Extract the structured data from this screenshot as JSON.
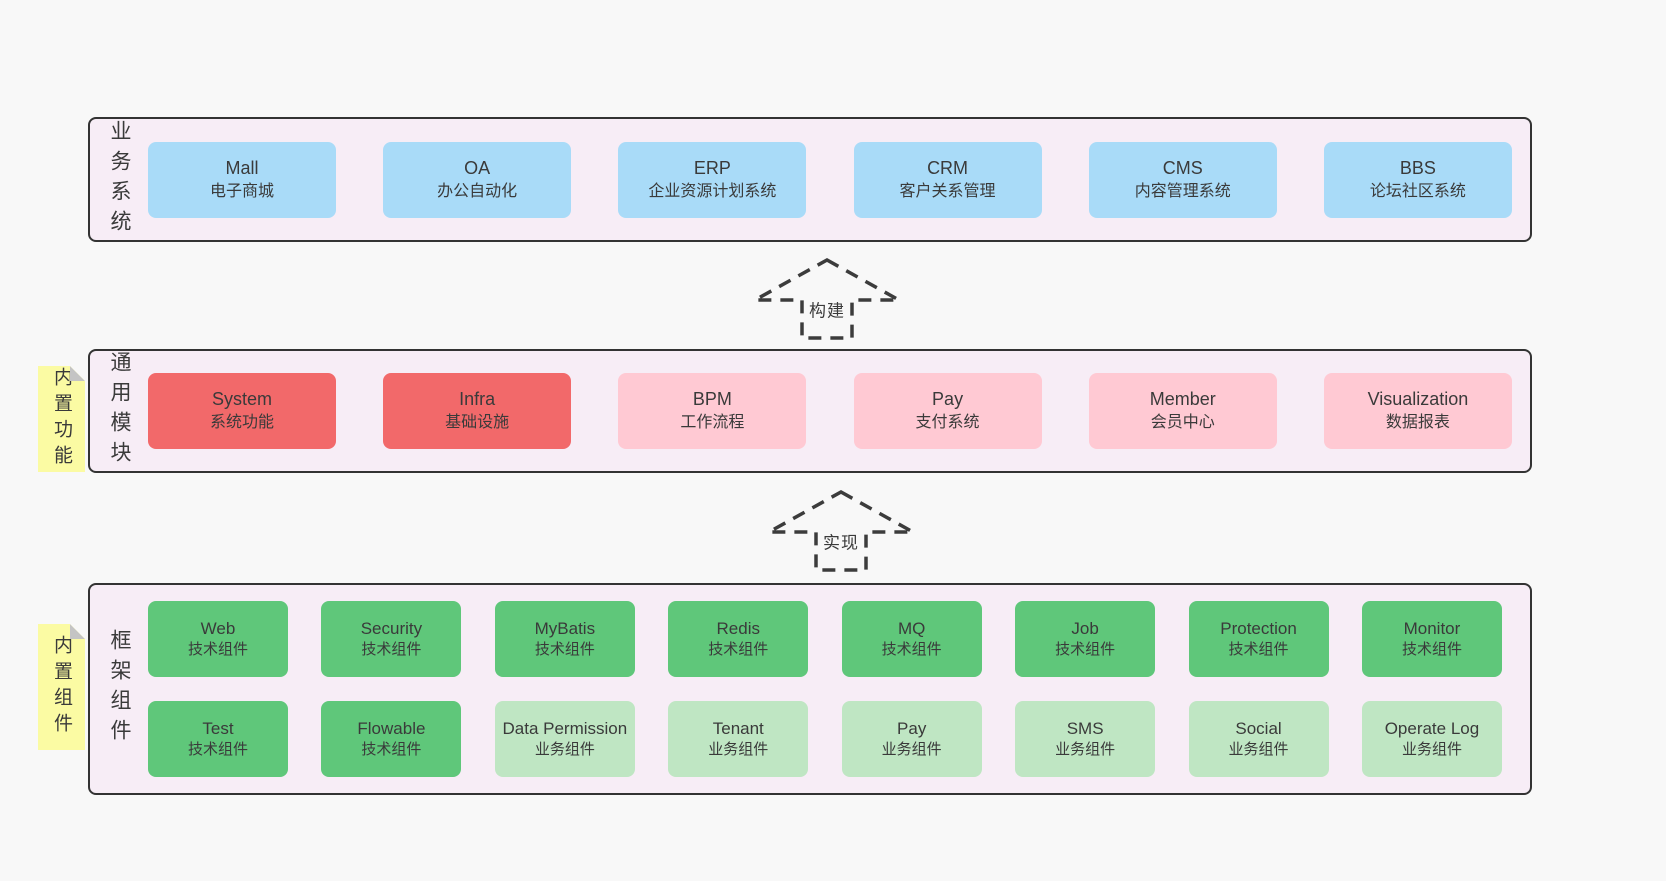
{
  "colors": {
    "page_bg": "#f8f8f8",
    "band_bg": "#f7edf6",
    "band_border": "#333333",
    "text": "#3a3a3a",
    "box_blue": "#a9dbf8",
    "box_red": "#f2696a",
    "box_pink": "#ffc9d3",
    "box_green_dark": "#5fc77a",
    "box_green_light": "#bfe6c3",
    "note_yellow": "#fbfba3",
    "note_fold": "#c4c4c4"
  },
  "arrows": [
    {
      "label": "构建"
    },
    {
      "label": "实现"
    }
  ],
  "bands": [
    {
      "label": "业务系统",
      "boxes": [
        {
          "name": "Mall",
          "desc": "电子商城",
          "variant": "blue"
        },
        {
          "name": "OA",
          "desc": "办公自动化",
          "variant": "blue"
        },
        {
          "name": "ERP",
          "desc": "企业资源计划系统",
          "variant": "blue"
        },
        {
          "name": "CRM",
          "desc": "客户关系管理",
          "variant": "blue"
        },
        {
          "name": "CMS",
          "desc": "内容管理系统",
          "variant": "blue"
        },
        {
          "name": "BBS",
          "desc": "论坛社区系统",
          "variant": "blue"
        }
      ]
    },
    {
      "label": "通用模块",
      "note": "内置功能",
      "boxes": [
        {
          "name": "System",
          "desc": "系统功能",
          "variant": "red"
        },
        {
          "name": "Infra",
          "desc": "基础设施",
          "variant": "red"
        },
        {
          "name": "BPM",
          "desc": "工作流程",
          "variant": "pink"
        },
        {
          "name": "Pay",
          "desc": "支付系统",
          "variant": "pink"
        },
        {
          "name": "Member",
          "desc": "会员中心",
          "variant": "pink"
        },
        {
          "name": "Visualization",
          "desc": "数据报表",
          "variant": "pink"
        }
      ]
    },
    {
      "label": "框架组件",
      "note": "内置组件",
      "rows": [
        [
          {
            "name": "Web",
            "desc": "技术组件",
            "variant": "green"
          },
          {
            "name": "Security",
            "desc": "技术组件",
            "variant": "green"
          },
          {
            "name": "MyBatis",
            "desc": "技术组件",
            "variant": "green"
          },
          {
            "name": "Redis",
            "desc": "技术组件",
            "variant": "green"
          },
          {
            "name": "MQ",
            "desc": "技术组件",
            "variant": "green"
          },
          {
            "name": "Job",
            "desc": "技术组件",
            "variant": "green"
          },
          {
            "name": "Protection",
            "desc": "技术组件",
            "variant": "green"
          },
          {
            "name": "Monitor",
            "desc": "技术组件",
            "variant": "green"
          }
        ],
        [
          {
            "name": "Test",
            "desc": "技术组件",
            "variant": "green"
          },
          {
            "name": "Flowable",
            "desc": "技术组件",
            "variant": "green"
          },
          {
            "name": "Data Permission",
            "desc": "业务组件",
            "variant": "lightgreen"
          },
          {
            "name": "Tenant",
            "desc": "业务组件",
            "variant": "lightgreen"
          },
          {
            "name": "Pay",
            "desc": "业务组件",
            "variant": "lightgreen"
          },
          {
            "name": "SMS",
            "desc": "业务组件",
            "variant": "lightgreen"
          },
          {
            "name": "Social",
            "desc": "业务组件",
            "variant": "lightgreen"
          },
          {
            "name": "Operate Log",
            "desc": "业务组件",
            "variant": "lightgreen"
          }
        ]
      ]
    }
  ]
}
